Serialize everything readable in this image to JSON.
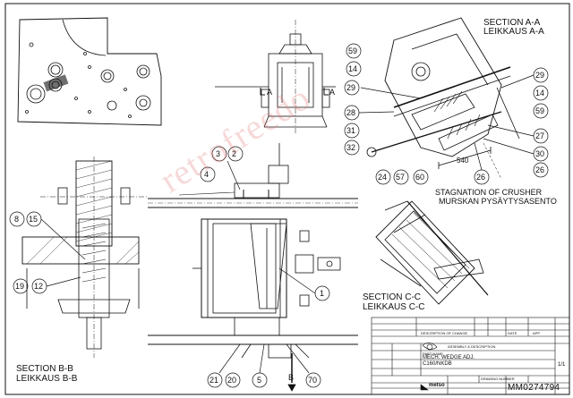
{
  "sections": {
    "aa_line1": "SECTION A-A",
    "aa_line2": "LEIKKAUS A-A",
    "bb_line1": "SECTION B-B",
    "bb_line2": "LEIKKAUS B-B",
    "cc_line1": "SECTION C-C",
    "cc_line2": "LEIKKAUS C-C"
  },
  "stagnation": {
    "line1": "STAGNATION OF CRUSHER",
    "line2": "MURSKAN PYSÄYTYSASENTO"
  },
  "dimension": "540",
  "section_marks": {
    "a_left": "A",
    "a_right": "A",
    "b": "B"
  },
  "balloons": {
    "n59a": "59",
    "n14a": "14",
    "n29a": "29",
    "n28": "28",
    "n31": "31",
    "n32": "32",
    "n24": "24",
    "n57": "57",
    "n60": "60",
    "n26": "26",
    "n30": "30",
    "n27": "27",
    "n59b": "59",
    "n14b": "14",
    "n29b": "29",
    "n3": "3",
    "n2": "2",
    "n4": "4",
    "n8": "8",
    "n15": "15",
    "n19": "19",
    "n12": "12",
    "n1": "1",
    "n21": "21",
    "n20": "20",
    "n5": "5",
    "n70": "70"
  },
  "watermark": "retrofreedo",
  "title_block": {
    "header_cells": [
      "DESCRIPTION OF CHANGE",
      "DATE",
      "APP"
    ],
    "part_name_label": "PART NAME",
    "part_name_1": "MECH. WEDGE ADJ.",
    "part_name_2": "C160/NKDB",
    "assembly_label": "ASSEMBLY & DESCRIPTION",
    "drawing_number_label": "DRAWING NUMBER",
    "drawing_number": "MM0274794",
    "company": "metso",
    "sheet": "1/1"
  }
}
